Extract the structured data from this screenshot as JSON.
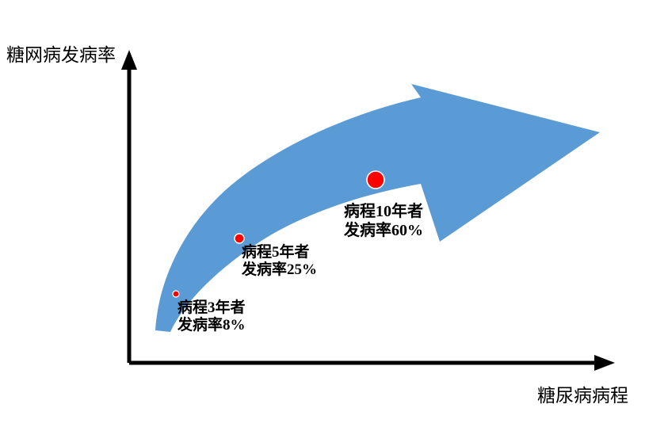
{
  "axes": {
    "y_label": "糖网病发病率",
    "x_label": "糖尿病病程"
  },
  "annotations": [
    {
      "id": "3y",
      "line1": "病程3年者",
      "line2": "发病率8%"
    },
    {
      "id": "5y",
      "line1": "病程5年者",
      "line2": "发病率25%"
    },
    {
      "id": "10y",
      "line1": "病程10年者",
      "line2": "发病率60%"
    }
  ],
  "colors": {
    "arrow_blue": "#5B9BD5",
    "point_red": "#FF0000",
    "point_outline": "#FFFFFF",
    "axis_black": "#000000",
    "background": "#FFFFFF"
  },
  "chart_data": {
    "type": "scatter",
    "title": "",
    "xlabel": "糖尿病病程",
    "ylabel": "糖网病发病率",
    "grid": false,
    "legend": "none",
    "x_unit": "年",
    "y_unit": "%",
    "categories": [
      "3",
      "5",
      "10"
    ],
    "x": [
      3,
      5,
      10
    ],
    "values": [
      8,
      25,
      60
    ],
    "point_labels": [
      "病程3年者 发病率8%",
      "病程5年者 发病率25%",
      "病程10年者 发病率60%"
    ],
    "marker_sizes": [
      4,
      6,
      11
    ],
    "trend": {
      "type": "curved-arrow",
      "direction": "up-right",
      "color": "#5B9BD5"
    }
  }
}
